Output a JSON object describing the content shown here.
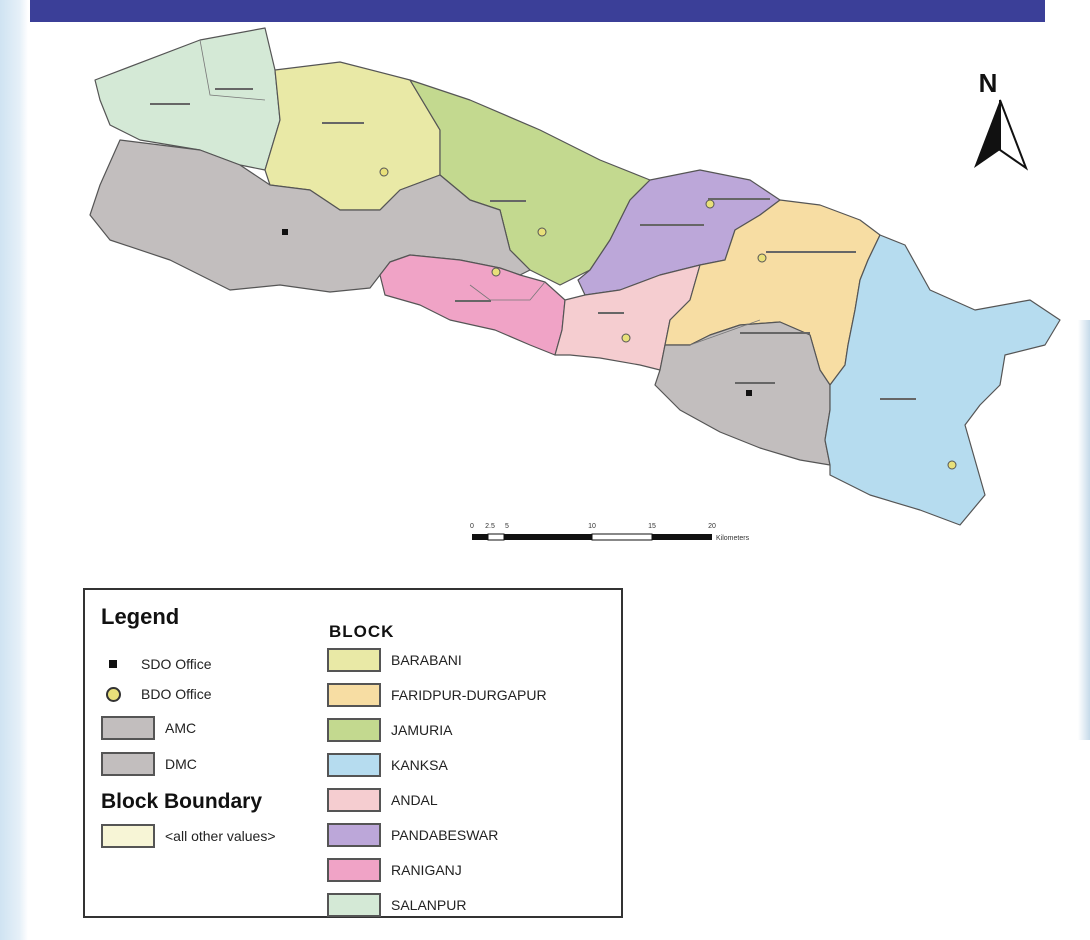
{
  "colors": {
    "barabani": "#e9e9a6",
    "faridpur_durgapur": "#f7dda3",
    "jamuria": "#c3d98f",
    "kanksa": "#b6dcef",
    "andal": "#f5cdd0",
    "pandabeswar": "#bca7d9",
    "raniganj": "#f0a3c6",
    "salanpur": "#d4e9d6",
    "amc": "#c2bebe",
    "dmc": "#c2bebe",
    "boundary": "#f7f5d6",
    "sdo_office": "#111111",
    "bdo_office": "#e8e07a"
  },
  "compass": {
    "label": "N"
  },
  "scale_bar": {
    "ticks": [
      "0",
      "2.5",
      "5",
      "10",
      "15",
      "20"
    ],
    "unit": "Kilometers"
  },
  "legend": {
    "title": "Legend",
    "point_items": [
      {
        "label": "SDO Office",
        "symbol": "square"
      },
      {
        "label": "BDO Office",
        "symbol": "circle"
      }
    ],
    "area_items": [
      {
        "label": "AMC",
        "color": "#c2bebe"
      },
      {
        "label": "DMC",
        "color": "#c2bebe"
      }
    ],
    "boundary_title": "Block Boundary",
    "boundary_item": {
      "label": "<all other values>",
      "color": "#f7f5d6"
    },
    "block_title": "BLOCK",
    "blocks": [
      {
        "label": "BARABANI",
        "color": "#e9e9a6"
      },
      {
        "label": "FARIDPUR-DURGAPUR",
        "color": "#f7dda3"
      },
      {
        "label": "JAMURIA",
        "color": "#c3d98f"
      },
      {
        "label": "KANKSA",
        "color": "#b6dcef"
      },
      {
        "label": "ANDAL",
        "color": "#f5cdd0"
      },
      {
        "label": "PANDABESWAR",
        "color": "#bca7d9"
      },
      {
        "label": "RANIGANJ",
        "color": "#f0a3c6"
      },
      {
        "label": "SALANPUR",
        "color": "#d4e9d6"
      }
    ]
  }
}
